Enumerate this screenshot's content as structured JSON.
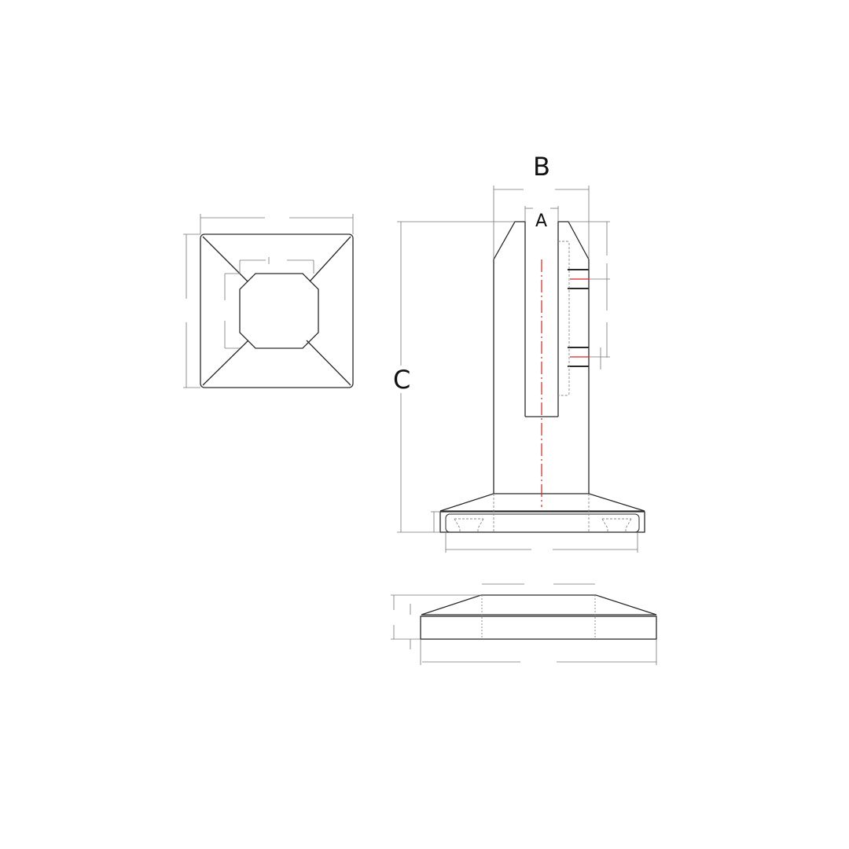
{
  "drawing": {
    "labels": {
      "width_outer": "B",
      "slot_width": "A",
      "height_total": "C"
    },
    "colors": {
      "line": "#2a2a2a",
      "dimension": "#666666",
      "centerline": "#e0201c",
      "hidden": "#8a8a8a"
    },
    "views": [
      {
        "name": "top-view",
        "shape": "square base plate with octagonal post cutout"
      },
      {
        "name": "front-view",
        "shape": "glass spigot with slot and base"
      },
      {
        "name": "cover-plate-view",
        "shape": "base cover plate side profile"
      }
    ]
  }
}
